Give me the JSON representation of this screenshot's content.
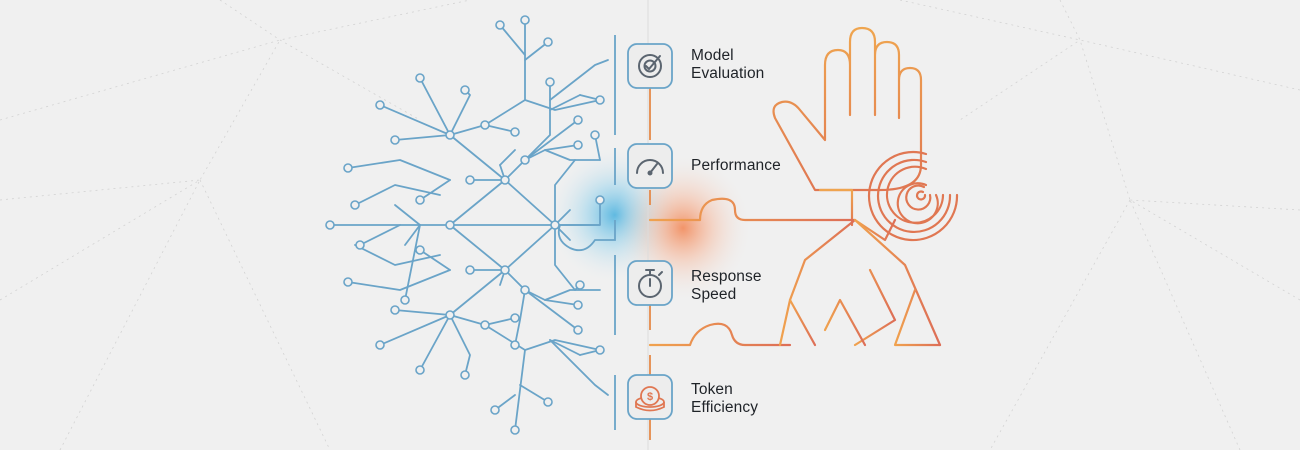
{
  "metrics": [
    {
      "line1": "Model",
      "line2": "Evaluation",
      "icon": "target-check-icon"
    },
    {
      "line1": "Performance",
      "line2": "",
      "icon": "speedometer-icon"
    },
    {
      "line1": "Response",
      "line2": "Speed",
      "icon": "stopwatch-icon"
    },
    {
      "line1": "Token",
      "line2": "Efficiency",
      "icon": "dollar-coin-icon"
    }
  ],
  "colors": {
    "background": "#f0f0f0",
    "circuit_blue": "#6aa4c8",
    "warm_orange": "#e58a4a",
    "warm_red": "#dd6e57",
    "icon_gray": "#5b6570",
    "text": "#1f2328"
  }
}
